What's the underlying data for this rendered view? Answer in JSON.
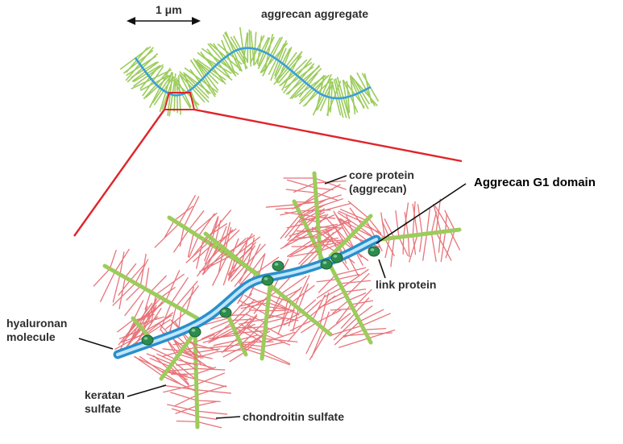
{
  "scale_bar": {
    "label": "1 μm"
  },
  "labels": {
    "aggregate": "aggrecan aggregate",
    "core_protein": "core protein\n(aggrecan)",
    "g1_domain": "Aggrecan G1 domain",
    "link_protein": "link protein",
    "hyaluronan": "hyaluronan\nmolecule",
    "keratan": "keratan\nsulfate",
    "chondroitin": "chondroitin sulfate"
  },
  "colors": {
    "hyaluronan": "#3a9fd8",
    "hyaluronan_highlight": "#bfe6fb",
    "core_protein": "#9ccc5c",
    "glycosaminoglycan": "#e8747a",
    "link_protein": "#2e8b4e",
    "zoom_box": "#e0242a",
    "text": "#2e2e2e"
  }
}
